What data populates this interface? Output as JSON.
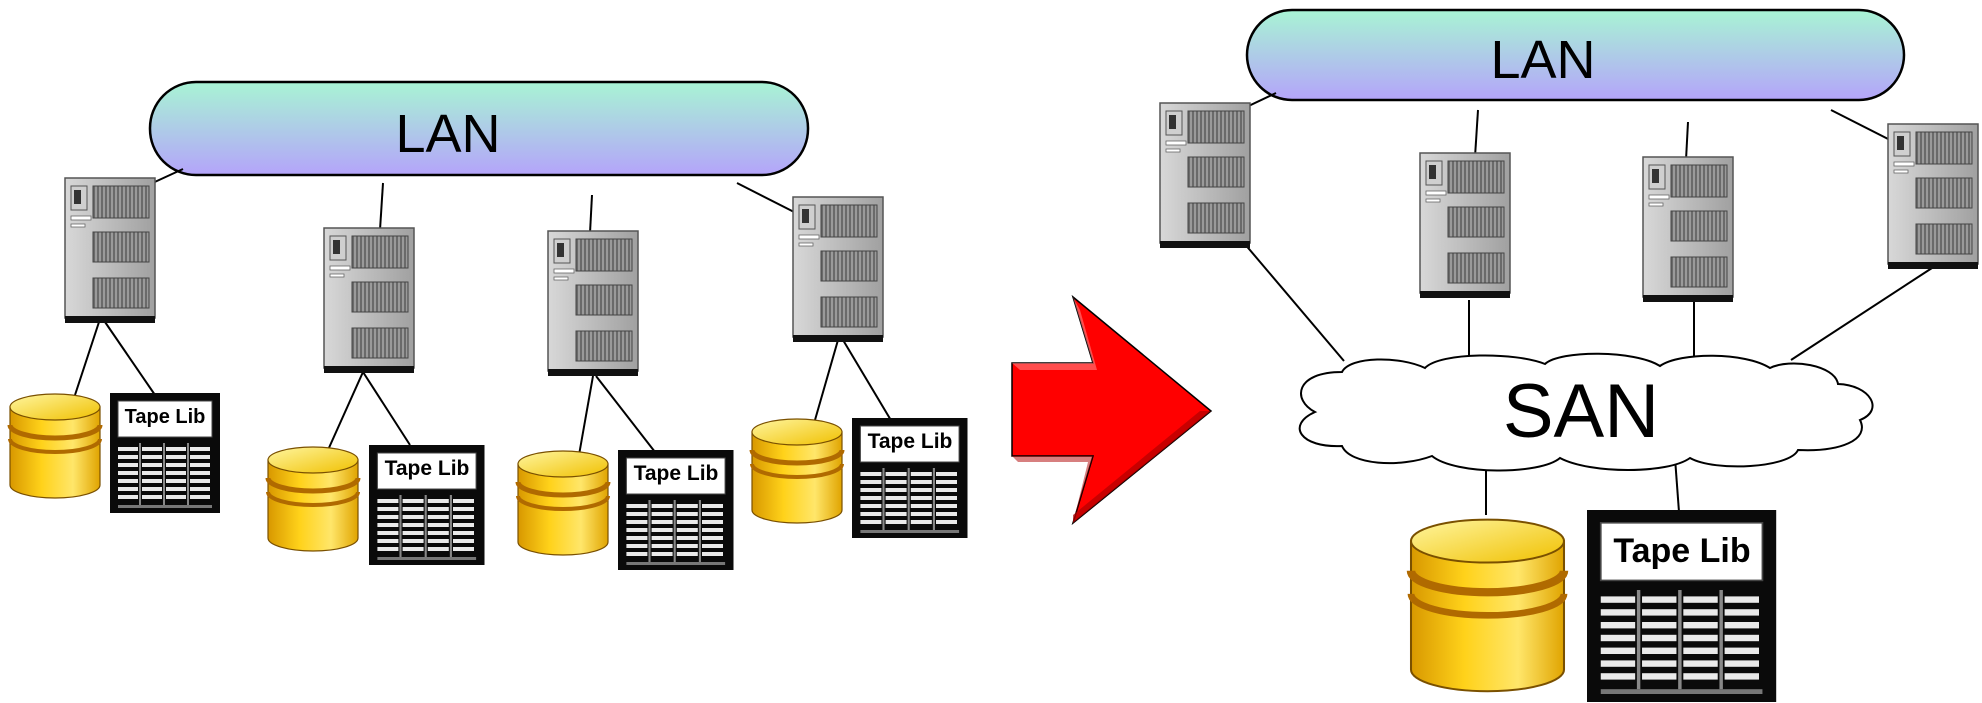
{
  "before": {
    "lan_label": "LAN",
    "tape_labels": [
      "Tape Lib",
      "Tape Lib",
      "Tape Lib",
      "Tape Lib"
    ]
  },
  "after": {
    "lan_label": "LAN",
    "san_label": "SAN",
    "tape_label": "Tape Lib"
  },
  "colors": {
    "lan_gradient_top": "#a8f0d8",
    "lan_gradient_bottom": "#b8a8f8",
    "arrow": "#ff0000",
    "disk": "#f5c000",
    "disk_band": "#c88000",
    "server": "#b8b8b8"
  },
  "icons": [
    "server-icon",
    "disk-icon",
    "tape-library-icon",
    "lan-cloud",
    "san-cloud",
    "transition-arrow"
  ]
}
